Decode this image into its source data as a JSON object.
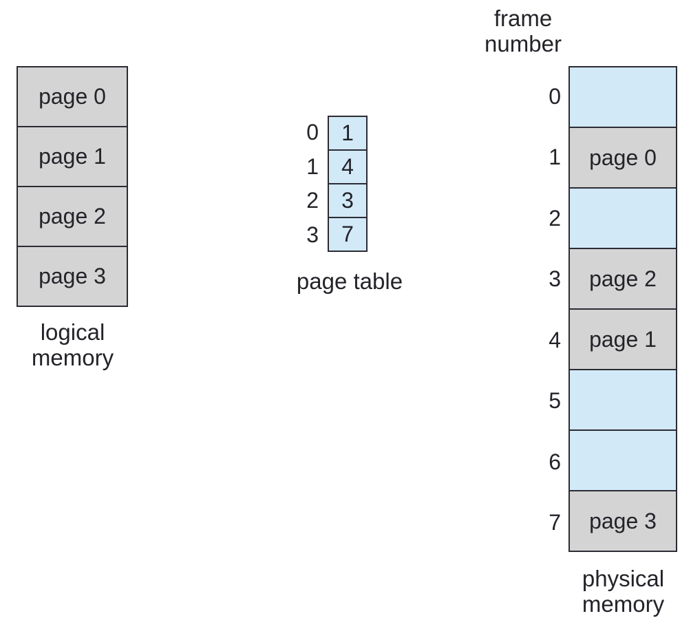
{
  "logical_memory": {
    "label": "logical\nmemory",
    "cells": [
      {
        "label": "page 0"
      },
      {
        "label": "page 1"
      },
      {
        "label": "page 2"
      },
      {
        "label": "page 3"
      }
    ]
  },
  "page_table": {
    "label": "page table",
    "rows": [
      {
        "index": "0",
        "value": "1"
      },
      {
        "index": "1",
        "value": "4"
      },
      {
        "index": "2",
        "value": "3"
      },
      {
        "index": "3",
        "value": "7"
      }
    ]
  },
  "physical_memory": {
    "column_label": "frame\nnumber",
    "label": "physical\nmemory",
    "frames": [
      {
        "number": "0",
        "content": ""
      },
      {
        "number": "1",
        "content": "page 0"
      },
      {
        "number": "2",
        "content": ""
      },
      {
        "number": "3",
        "content": "page 2"
      },
      {
        "number": "4",
        "content": "page 1"
      },
      {
        "number": "5",
        "content": ""
      },
      {
        "number": "6",
        "content": ""
      },
      {
        "number": "7",
        "content": "page 3"
      }
    ]
  },
  "colors": {
    "occupied_fill": "#d4d4d4",
    "empty_fill": "#d2e9f8",
    "border": "#2b2b33",
    "text": "#232329",
    "background": "#ffffff"
  }
}
